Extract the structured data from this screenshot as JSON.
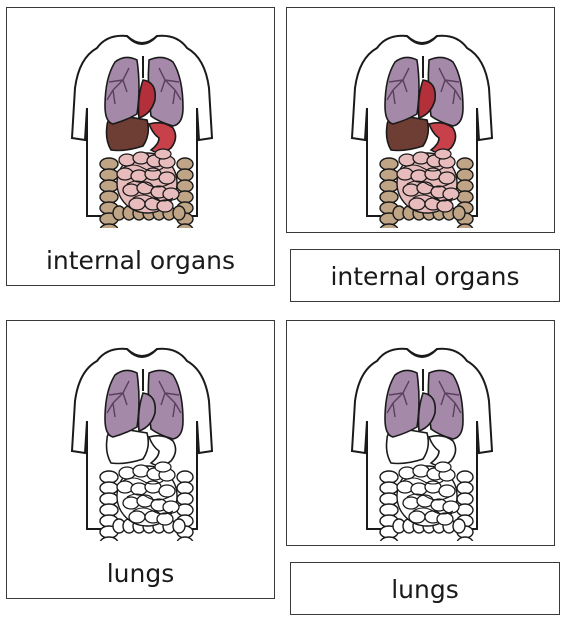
{
  "cards": [
    {
      "id": "control-internal-organs",
      "label": "internal organs",
      "variant": "full"
    },
    {
      "id": "picture-internal-organs",
      "variant": "full"
    },
    {
      "id": "label-internal-organs",
      "label": "internal organs"
    },
    {
      "id": "control-lungs",
      "label": "lungs",
      "variant": "lungs"
    },
    {
      "id": "picture-lungs",
      "variant": "lungs"
    },
    {
      "id": "label-lungs",
      "label": "lungs"
    }
  ],
  "colors": {
    "lungs": "#a48aa8",
    "bronchi": "#5a3f5e",
    "heart": "#b3303b",
    "liver": "#6e3d34",
    "stomach": "#c8404a",
    "small_intestine": "#e8bcbc",
    "large_intestine": "#bfa586",
    "outline": "#1a1a1a"
  }
}
